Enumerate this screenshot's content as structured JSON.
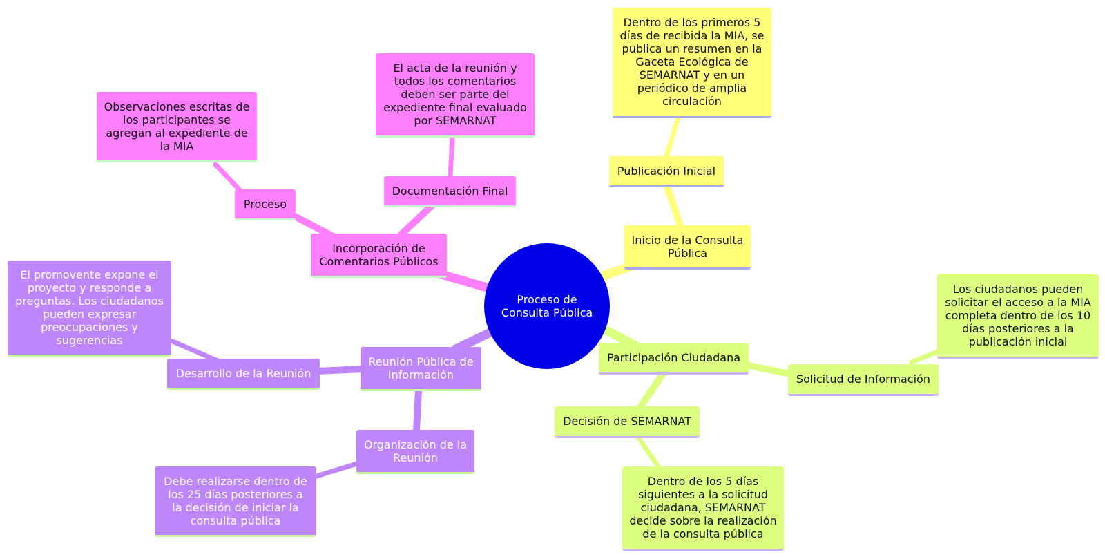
{
  "root": {
    "label": "Proceso de Consulta Pública"
  },
  "colors": {
    "root": "#0000e6",
    "yellow": "#ffff7a",
    "green": "#dcff80",
    "purple": "#bf86fb",
    "pink": "#ff80ff"
  },
  "branches": {
    "inicio": {
      "label": "Inicio de la Consulta Pública",
      "publicacion": {
        "label": "Publicación Inicial",
        "detail": "Dentro de los primeros 5 días de recibida la MIA, se publica un resumen en la Gaceta Ecológica de SEMARNAT y en un periódico de amplia circulación"
      }
    },
    "participacion": {
      "label": "Participación Ciudadana",
      "solicitud": {
        "label": "Solicitud de Información",
        "detail": "Los ciudadanos pueden solicitar el acceso a la MIA completa dentro de los 10 días posteriores a la publicación inicial"
      },
      "decision": {
        "label": "Decisión de SEMARNAT",
        "detail": "Dentro de los 5 días siguientes a la solicitud ciudadana, SEMARNAT decide sobre la realización de la consulta pública"
      }
    },
    "reunion": {
      "label": "Reunión Pública de Información",
      "desarrollo": {
        "label": "Desarrollo de la Reunión",
        "detail": "El promovente expone el proyecto y responde a preguntas. Los ciudadanos pueden expresar preocupaciones y sugerencias"
      },
      "organizacion": {
        "label": "Organización de la Reunión",
        "detail": "Debe realizarse dentro de los 25 días posteriores a la decisión de iniciar la consulta pública"
      }
    },
    "incorporacion": {
      "label": "Incorporación de Comentarios Públicos",
      "proceso": {
        "label": "Proceso",
        "detail": "Observaciones escritas de los participantes se agregan al expediente de la MIA"
      },
      "documentacion": {
        "label": "Documentación Final",
        "detail": "El acta de la reunión y todos los comentarios deben ser parte del expediente final evaluado por SEMARNAT"
      }
    }
  }
}
